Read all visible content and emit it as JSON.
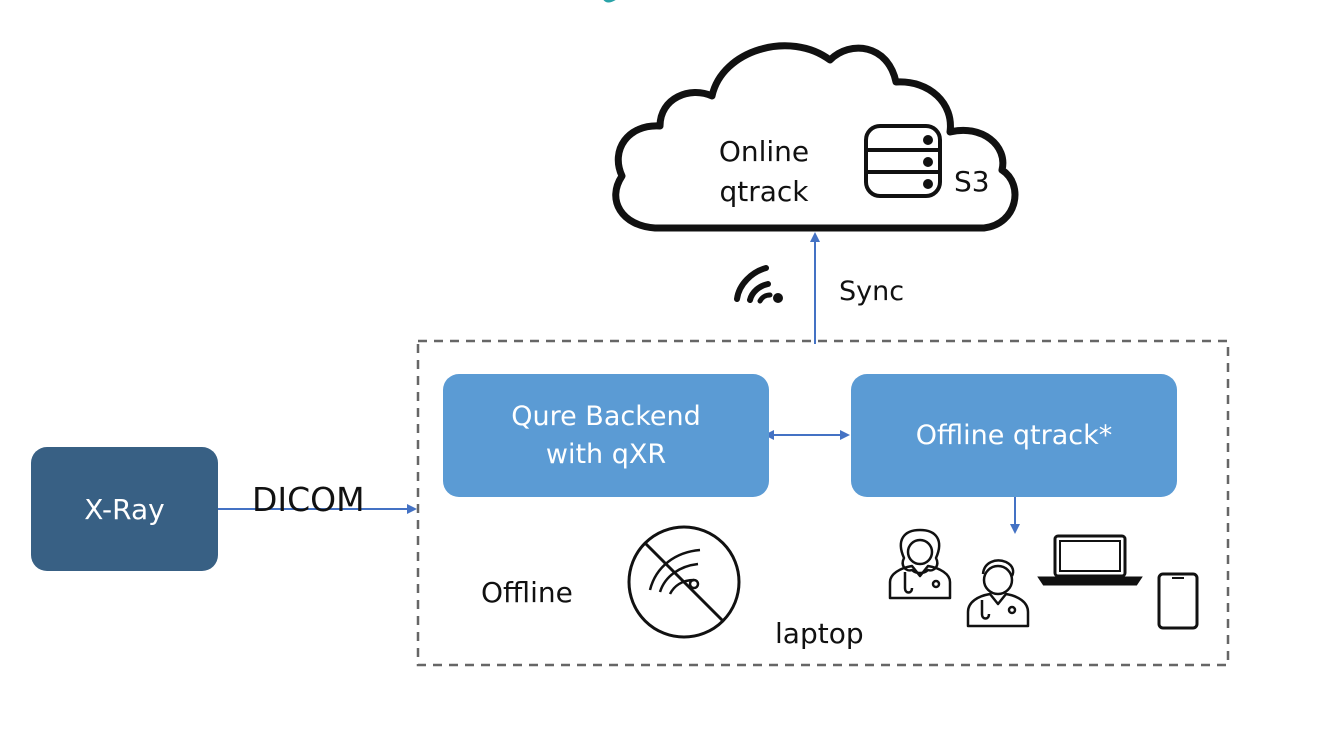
{
  "diagram": {
    "cloud": {
      "label_line1": "Online",
      "label_line2": "qtrack",
      "storage_label": "S3",
      "icon": "cloud-icon",
      "storage_icon": "database-icon"
    },
    "sync": {
      "label": "Sync",
      "icon": "wifi-signal-icon"
    },
    "xray": {
      "label": "X-Ray",
      "color": "#386084"
    },
    "dicom": {
      "label": "DICOM"
    },
    "backend": {
      "label_line1": "Qure Backend",
      "label_line2": "with qXR",
      "color": "#5b9bd4"
    },
    "offline_qtrack": {
      "label": "Offline qtrack*",
      "color": "#5b9bd4"
    },
    "laptop_zone": {
      "offline_label": "Offline",
      "no_signal_icon": "no-wifi-icon",
      "laptop_label": "laptop",
      "border_color": "#666666"
    },
    "devices": {
      "icons": [
        "female-doctor-icon",
        "male-doctor-icon",
        "laptop-icon",
        "smartphone-icon"
      ]
    },
    "arrow_color": "#4472c4"
  }
}
